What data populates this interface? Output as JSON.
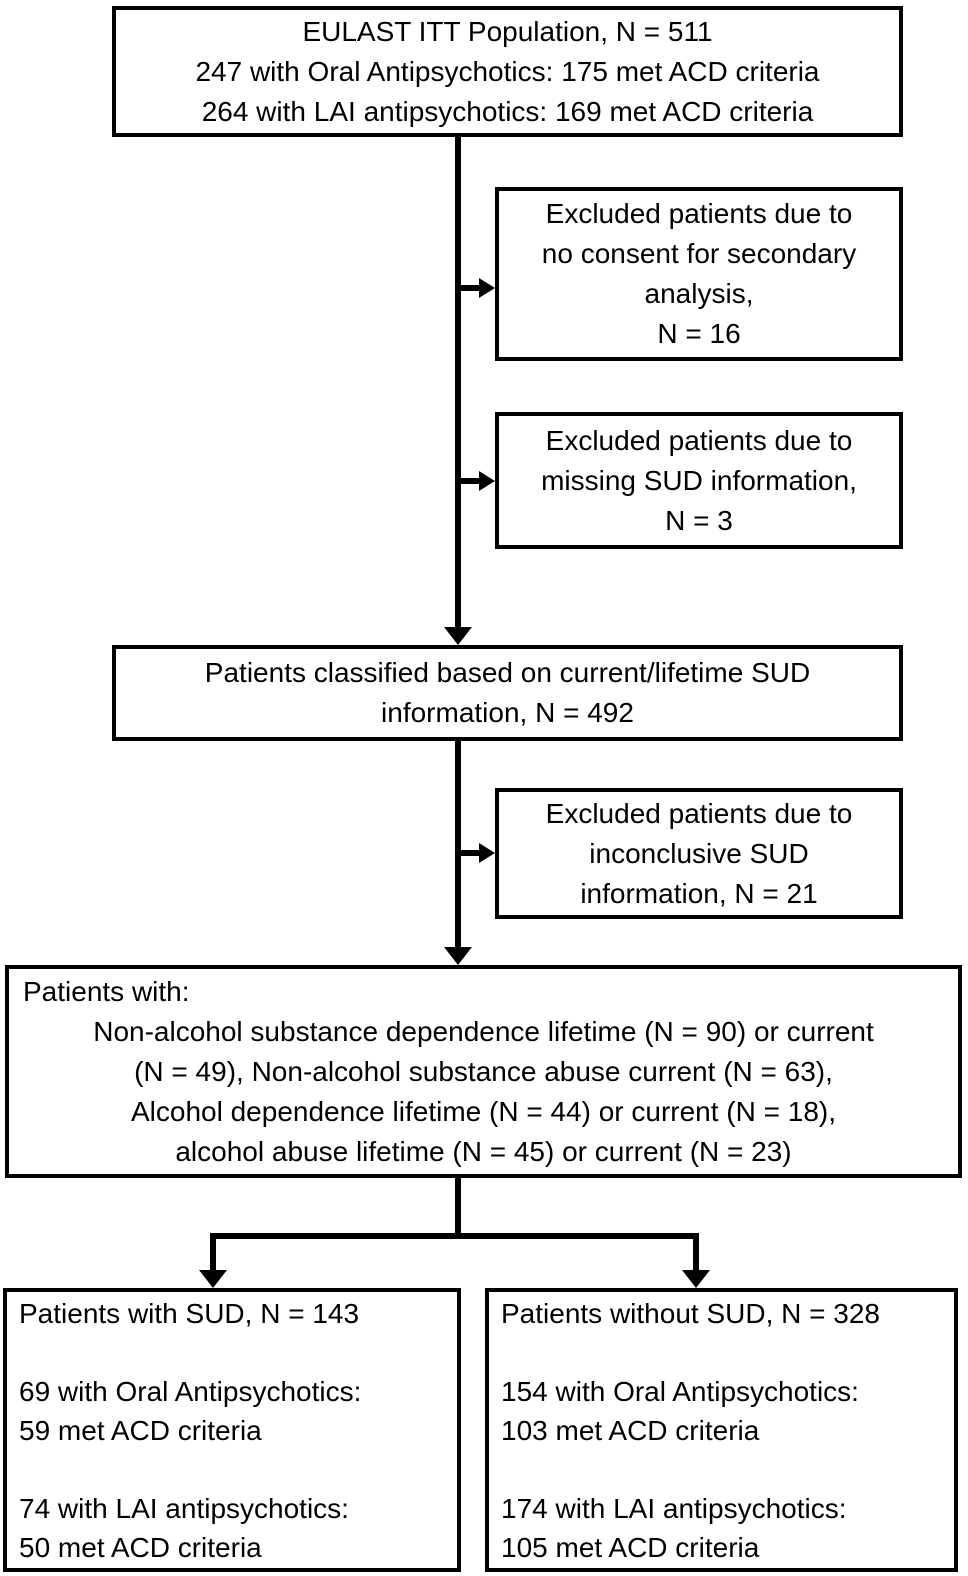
{
  "figure": {
    "background_color": "#ffffff",
    "line_color": "#000000",
    "text_color": "#000000"
  },
  "boxes": {
    "itt": {
      "lines": [
        "EULAST ITT Population, N = 511",
        "247 with Oral Antipsychotics: 175 met ACD criteria",
        "264 with LAI antipsychotics: 169 met ACD criteria"
      ]
    },
    "excl_consent": {
      "lines": [
        "Excluded patients due to",
        "no consent for secondary",
        "analysis,",
        "N = 16"
      ]
    },
    "excl_missing": {
      "lines": [
        "Excluded patients due to",
        "missing SUD information,",
        "N = 3"
      ]
    },
    "classified": {
      "lines": [
        "Patients classified based on current/lifetime SUD",
        "information, N = 492"
      ]
    },
    "excl_inconclusive": {
      "lines": [
        "Excluded patients due to",
        "inconclusive SUD",
        "information, N = 21"
      ]
    },
    "sud_detail": {
      "heading": "Patients with:",
      "lines": [
        "Non-alcohol substance dependence lifetime (N = 90) or current",
        "(N = 49), Non-alcohol substance abuse current (N = 63),",
        "Alcohol dependence lifetime (N = 44) or current (N = 18),",
        "alcohol abuse lifetime (N = 45) or current (N = 23)"
      ]
    },
    "with_sud": {
      "lines": [
        "Patients with SUD, N = 143",
        "",
        "69 with Oral Antipsychotics:",
        "59 met ACD criteria",
        "",
        "74 with LAI antipsychotics:",
        "50 met ACD criteria"
      ]
    },
    "without_sud": {
      "lines": [
        "Patients without SUD, N = 328",
        "",
        "154 with Oral Antipsychotics:",
        "103 met ACD criteria",
        "",
        "174 with LAI antipsychotics:",
        "105 met ACD criteria"
      ]
    }
  }
}
